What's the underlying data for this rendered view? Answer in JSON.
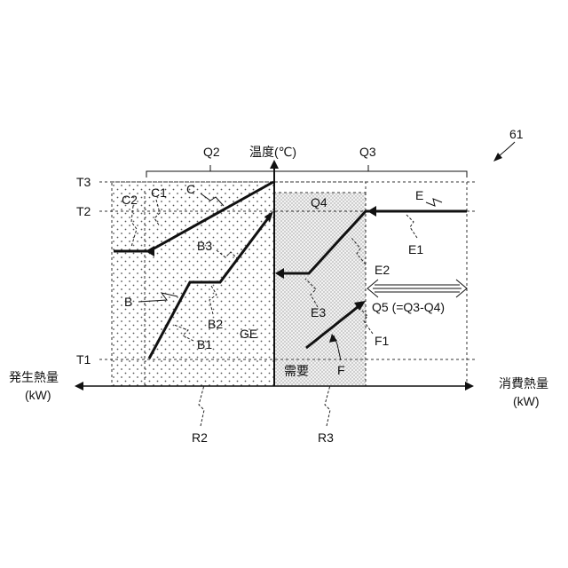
{
  "figure": {
    "number": "61",
    "axes": {
      "y_label": "温度(℃)",
      "x_left_label_line1": "発生熱量",
      "x_left_label_line2": "(kW)",
      "x_right_label_line1": "消費熱量",
      "x_right_label_line2": "(kW)"
    },
    "temperatures": {
      "t1": "T1",
      "t2": "T2",
      "t3": "T3"
    },
    "brackets": {
      "q2": "Q2",
      "q3": "Q3",
      "q4": "Q4",
      "q5": "Q5 (=Q3-Q4)"
    },
    "regions": {
      "r2": "R2",
      "r3": "R3",
      "demand": "需要",
      "ge": "GE"
    },
    "curves": {
      "b": "B",
      "b1": "B1",
      "b2": "B2",
      "b3": "B3",
      "c": "C",
      "c1": "C1",
      "c2": "C2",
      "e": "E",
      "e1": "E1",
      "e2": "E2",
      "e3": "E3",
      "f": "F",
      "f1": "F1"
    },
    "colors": {
      "ink": "#111111",
      "dots": "#555555",
      "dense_dots": "#777777"
    }
  }
}
